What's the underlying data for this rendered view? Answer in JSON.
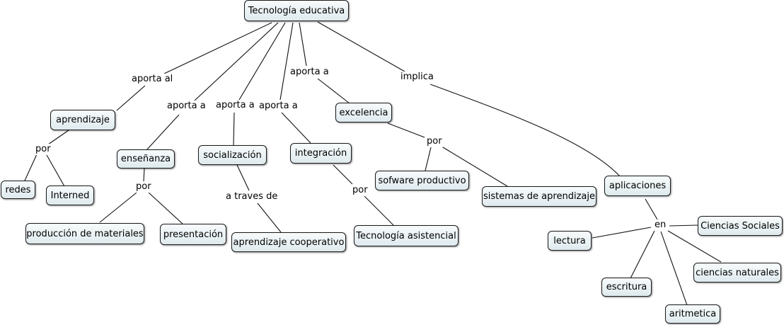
{
  "concepts": {
    "root": "Tecnología educativa",
    "aprendizaje": "aprendizaje",
    "ensenanza": "enseñanza",
    "socializacion": "socialización",
    "integracion": "integración",
    "excelencia": "excelencia",
    "aplicaciones": "aplicaciones",
    "redes": "redes",
    "interned": "Interned",
    "produccion": "producción de materiales",
    "presentacion": "presentación",
    "aprendizaje_coop": "aprendizaje cooperativo",
    "tec_asistencial": "Tecnología asistencial",
    "sofware": "sofware productivo",
    "sistemas": "sistemas de aprendizaje",
    "lectura": "lectura",
    "escritura": "escritura",
    "aritmetica": "aritmetica",
    "cs_sociales": "Ciencias Sociales",
    "cs_naturales": "ciencias naturales"
  },
  "linking_phrases": {
    "aporta_al": "aporta al",
    "aporta_a_1": "aporta a",
    "aporta_a_2": "aporta a",
    "aporta_a_3": "aporta a",
    "aporta_a_4": "aporta a",
    "implica": "implica",
    "por_1": "por",
    "por_2": "por",
    "a_traves_de": "a traves de",
    "por_3": "por",
    "por_4": "por",
    "en": "en"
  }
}
